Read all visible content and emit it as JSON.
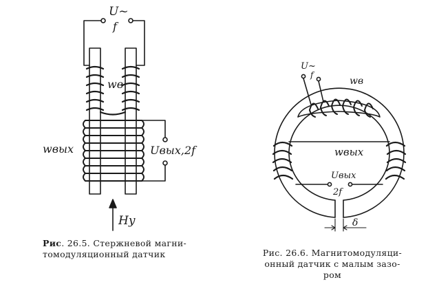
{
  "fig1": {
    "supply_label": "U~",
    "freq_label": "f",
    "excitation_winding": "wв",
    "output_winding": "wвых",
    "output_voltage": "Uвых,2f",
    "field_label": "Hу",
    "caption_prefix": "Рис",
    "caption_line1": ". 26.5. Стержневой магни-",
    "caption_line2": "томодуляционный датчик"
  },
  "fig2": {
    "supply_label": "U~",
    "freq_label": "f",
    "excitation_winding": "wв",
    "output_winding": "wвых",
    "output_voltage": "Uвых",
    "output_freq": "2f",
    "gap_label": "δ",
    "caption_line1": "Рис.  26.6.  Магнитомодуляци-",
    "caption_line2": "онный  датчик  с  малым  зазо-",
    "caption_line3": "ром"
  }
}
